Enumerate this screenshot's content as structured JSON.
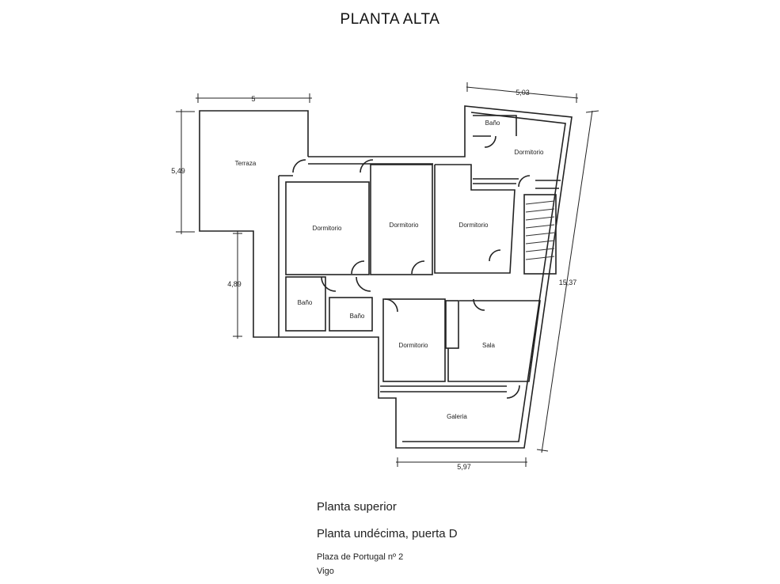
{
  "title": "PLANTA ALTA",
  "rooms": {
    "terraza": "Terraza",
    "dormitorio_1": "Dormitorio",
    "dormitorio_2": "Dormitorio",
    "dormitorio_3": "Dormitorio",
    "dormitorio_4": "Dormitorio",
    "dormitorio_5": "Dormitorio",
    "bano_1": "Baño",
    "bano_2": "Baño",
    "bano_3": "Baño",
    "sala": "Sala",
    "galeria": "Galeria"
  },
  "dimensions": {
    "top_left": "5",
    "top_right": "5,03",
    "left_upper": "5,49",
    "left_lower": "4,89",
    "right": "15,37",
    "bottom": "5,97"
  },
  "captions": {
    "line1": "Planta superior",
    "line2": "Planta undécima, puerta D",
    "line3": "Plaza de Portugal nº 2",
    "line4": "Vigo"
  }
}
